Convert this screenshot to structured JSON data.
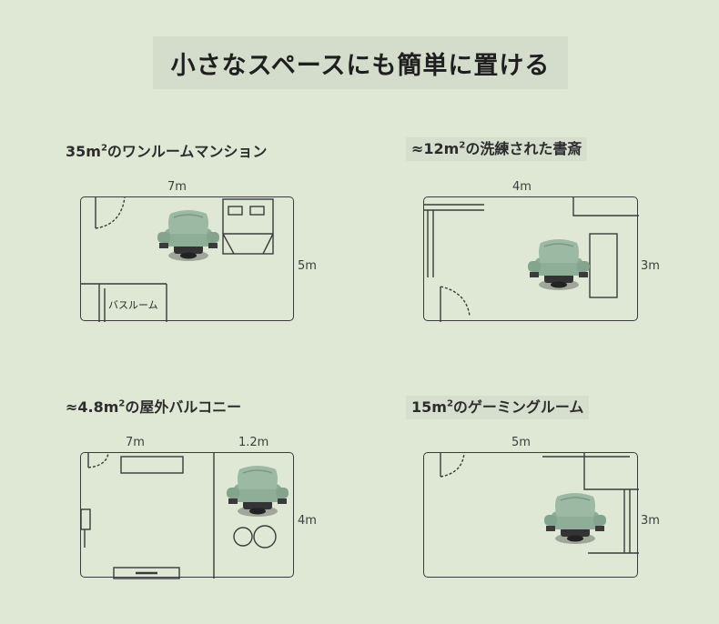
{
  "title": "小さなスペースにも簡単に置ける",
  "plans": [
    {
      "id": "studio",
      "caption_pre": "35m",
      "caption_sup": "2",
      "caption_post": "のワンルームマンション",
      "width_label": "7m",
      "height_label": "5m",
      "room_label": "バスルーム"
    },
    {
      "id": "study",
      "caption_pre": "≈12m",
      "caption_sup": "2",
      "caption_post": "の洗練された書斎",
      "width_label": "4m",
      "height_label": "3m"
    },
    {
      "id": "balcony",
      "caption_pre": "≈4.8m",
      "caption_sup": "2",
      "caption_post": "の屋外バルコニー",
      "width_label": "7m",
      "width2_label": "1.2m",
      "height_label": "4m"
    },
    {
      "id": "gaming",
      "caption_pre": "15m",
      "caption_sup": "2",
      "caption_post": "のゲーミングルーム",
      "width_label": "5m",
      "height_label": "3m"
    }
  ],
  "colors": {
    "background": "#dfe8d5",
    "line": "#3b3b3b",
    "chair": "#8fae98"
  }
}
